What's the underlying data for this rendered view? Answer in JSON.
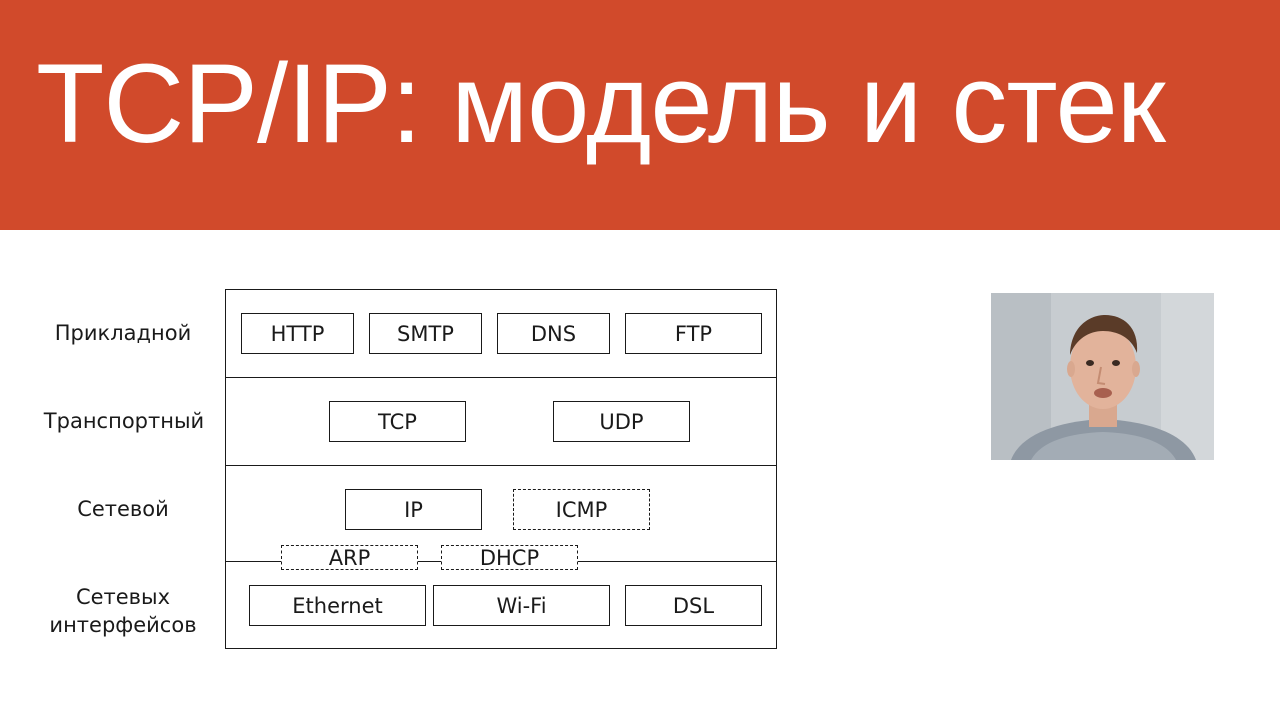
{
  "header": {
    "title": "TCP/IP: модель и стек",
    "color": "#d14a2b"
  },
  "layers": [
    {
      "label": "Прикладной",
      "protocols": [
        "HTTP",
        "SMTP",
        "DNS",
        "FTP"
      ]
    },
    {
      "label": "Транспортный",
      "protocols": [
        "TCP",
        "UDP"
      ]
    },
    {
      "label": "Сетевой",
      "protocols": [
        "IP",
        "ICMP"
      ],
      "optional": [
        "ICMP"
      ]
    },
    {
      "label": "Сетевых интерфейсов",
      "protocols": [
        "Ethernet",
        "Wi-Fi",
        "DSL"
      ]
    }
  ],
  "boundary_protocols": [
    "ARP",
    "DHCP"
  ],
  "presenter": {
    "icon": "presenter-video-icon"
  }
}
